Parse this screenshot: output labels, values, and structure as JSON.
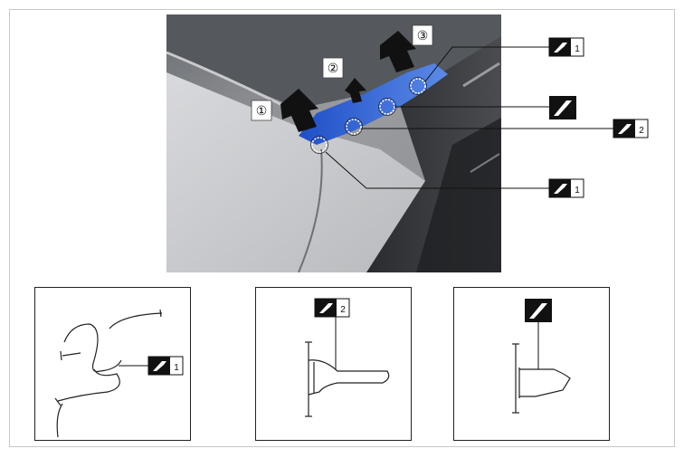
{
  "callouts": {
    "step1": "①",
    "step2": "②",
    "step3": "③",
    "clip_a_num": "1",
    "clip_b_num": "2"
  },
  "icons": {
    "clip": "clip-tool-icon",
    "arrow": "removal-arrow-icon"
  },
  "colors": {
    "highlight": "#2f5fd0",
    "label_bg": "#111111"
  }
}
